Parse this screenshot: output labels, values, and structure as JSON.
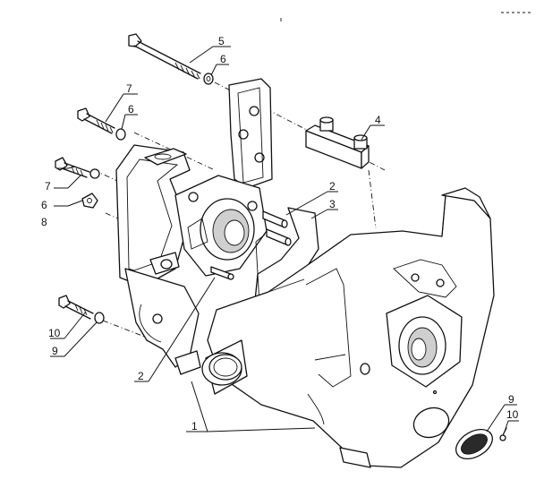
{
  "diagram": {
    "callouts": [
      {
        "id": "c5",
        "text": "5"
      },
      {
        "id": "c6a",
        "text": "6"
      },
      {
        "id": "c7a",
        "text": "7"
      },
      {
        "id": "c6b",
        "text": "6"
      },
      {
        "id": "c4",
        "text": "4"
      },
      {
        "id": "c7b",
        "text": "7"
      },
      {
        "id": "c6c",
        "text": "6"
      },
      {
        "id": "c8",
        "text": "8"
      },
      {
        "id": "c2a",
        "text": "2"
      },
      {
        "id": "c3",
        "text": "3"
      },
      {
        "id": "c10a",
        "text": "10"
      },
      {
        "id": "c9a",
        "text": "9"
      },
      {
        "id": "c2b",
        "text": "2"
      },
      {
        "id": "c1",
        "text": "1"
      },
      {
        "id": "c9b",
        "text": "9"
      },
      {
        "id": "c10b",
        "text": "10"
      }
    ]
  }
}
